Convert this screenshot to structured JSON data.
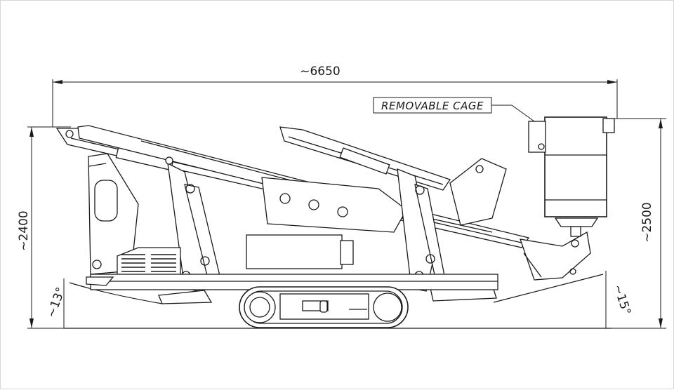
{
  "dimensions": {
    "length": "~6650",
    "height_stowed": "~2400",
    "height_with_cage": "~2500",
    "angle_front": "~13°",
    "angle_rear": "~15°"
  },
  "labels": {
    "cage": "REMOVABLE CAGE"
  }
}
